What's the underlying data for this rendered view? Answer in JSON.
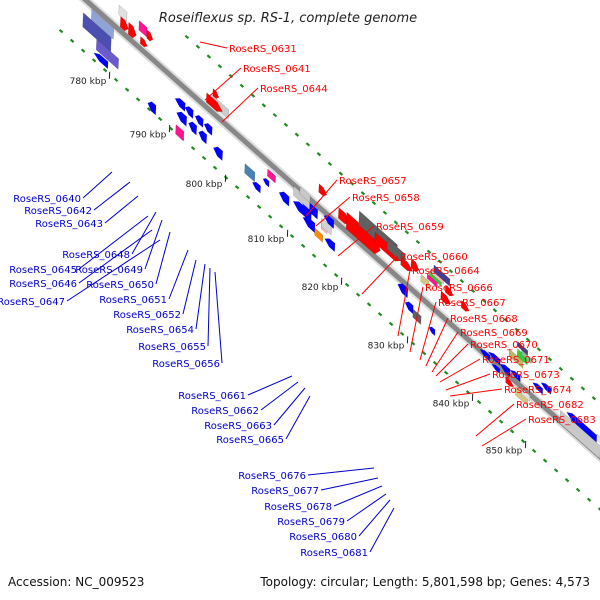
{
  "title": "Roseiflexus sp. RS-1, complete genome",
  "accession": "Accession: NC_009523",
  "topology": "Topology: circular; Length: 5,801,598 bp; Genes: 4,573",
  "scale_ticks": [
    "780 kbp",
    "790 kbp",
    "800 kbp",
    "810 kbp",
    "820 kbp",
    "830 kbp",
    "840 kbp",
    "850 kbp"
  ],
  "labels_right": [
    "RoseRS_0631",
    "RoseRS_0641",
    "RoseRS_0644",
    "RoseRS_0657",
    "RoseRS_0658",
    "RoseRS_0659",
    "RoseRS_0660",
    "RoseRS_0664",
    "RoseRS_0666",
    "RoseRS_0667",
    "RoseRS_0668",
    "RoseRS_0669",
    "RoseRS_0670",
    "RoseRS_0671",
    "RoseRS_0673",
    "RoseRS_0674",
    "RoseRS_0682",
    "RoseRS_0683"
  ],
  "labels_left": [
    "RoseRS_0640",
    "RoseRS_0642",
    "RoseRS_0643",
    "RoseRS_0648",
    "RoseRS_0645",
    "RoseRS_0649",
    "RoseRS_0646",
    "RoseRS_0650",
    "RoseRS_0647",
    "RoseRS_0651",
    "RoseRS_0652",
    "RoseRS_0654",
    "RoseRS_0655",
    "RoseRS_0656",
    "RoseRS_0661",
    "RoseRS_0662",
    "RoseRS_0663",
    "RoseRS_0665",
    "RoseRS_0676",
    "RoseRS_0677",
    "RoseRS_0678",
    "RoseRS_0679",
    "RoseRS_0680",
    "RoseRS_0681"
  ],
  "colors": {
    "forward_strand": "#ff0000",
    "reverse_strand": "#0000ff",
    "rrna": "#c8c8c8",
    "dark_feature": "#606060",
    "backbone": "#888888",
    "dot_track": "#228b22",
    "label_forward": "#ff0000",
    "label_reverse": "#0000cc"
  }
}
